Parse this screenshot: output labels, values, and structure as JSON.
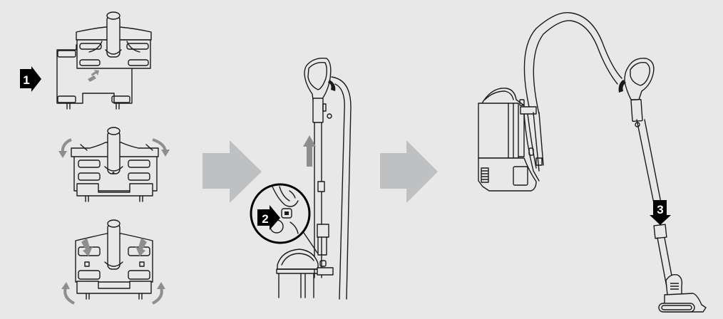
{
  "diagram": {
    "type": "assembly-instructions",
    "colors": {
      "background": "#e8e8e9",
      "line": "#1a1a1a",
      "flow_arrow": "#bfc0c1",
      "motion_arrow": "#8e8e8e",
      "badge": "#000000",
      "badge_text": "#ffffff"
    },
    "panels": [
      {
        "id": "panel-1",
        "steps": [
          {
            "label": "1",
            "subject": "battery-pack-slide-in",
            "motion": "down-arrow"
          },
          {
            "subject": "battery-latches-open",
            "motion": "rotate-outward-arrows"
          },
          {
            "subject": "battery-latches-close",
            "motion": "press-down-and-rotate-up-arrows"
          }
        ]
      },
      {
        "id": "panel-2",
        "steps": [
          {
            "label": "2",
            "subject": "handle-wand-attach-to-unit",
            "motion": "up-arrow",
            "callout": "magnified-connector-detail"
          }
        ]
      },
      {
        "id": "panel-3",
        "steps": [
          {
            "label": "3",
            "subject": "wand-attach-floor-nozzle",
            "motion": "down-arrow"
          }
        ]
      }
    ],
    "flow_arrows": [
      {
        "from": "panel-1",
        "to": "panel-2"
      },
      {
        "from": "panel-2",
        "to": "panel-3"
      }
    ],
    "badges": {
      "step1": "1",
      "step2": "2",
      "step3": "3"
    }
  }
}
